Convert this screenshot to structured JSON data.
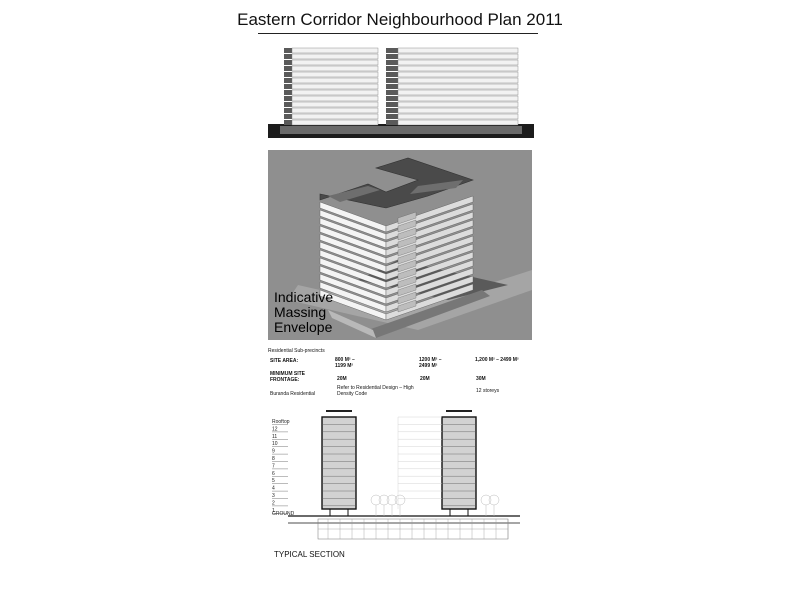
{
  "document": {
    "title": "Eastern Corridor Neighbourhood Plan 2011",
    "massing_label_lines": [
      "Indicative",
      "Massing",
      "Envelope"
    ],
    "section_caption": "TYPICAL SECTION"
  },
  "table": {
    "heading": "Residential Sub-precincts",
    "site_area_label": "SITE AREA:",
    "min_frontage_label": "MINIMUM SITE\nFRONTAGE:",
    "sub_precinct": "Buranda Residential",
    "col1_area": "800 M² –\n1199 M²",
    "col2_area": "1200 M² –\n2499 M²",
    "col3_area": "1,200 M² – 2499 M²",
    "col1_frontage": "20M",
    "col2_frontage": "20M",
    "col3_frontage": "30M",
    "col1_height": "Refer to Residential Design – High\nDensity Code",
    "col3_height": "12 storeys"
  },
  "section": {
    "floor_labels": [
      "Rooftop",
      "12",
      "11",
      "10",
      "9",
      "8",
      "7",
      "6",
      "5",
      "4",
      "3",
      "2",
      "1",
      "GROUND"
    ]
  }
}
